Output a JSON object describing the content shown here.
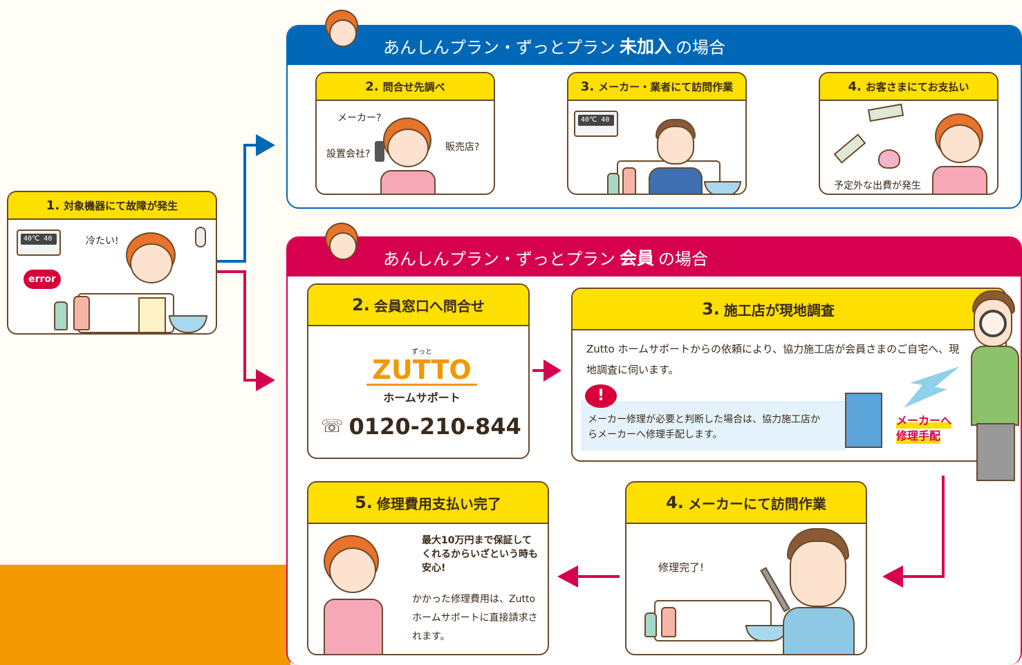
{
  "step1": {
    "num": "1.",
    "title": "対象機器にて故障が発生",
    "bubble": "冷たい!",
    "badge": "error",
    "screen": "40℃ 40"
  },
  "top_panel": {
    "title_pre": "あんしんプラン・ずっとプラン",
    "title_bold": "未加入",
    "title_post": "の場合",
    "color": "#0068b7",
    "cards": [
      {
        "num": "2.",
        "title": "問合せ先調べ",
        "bubbles": [
          "メーカー?",
          "設置会社?",
          "販売店?"
        ]
      },
      {
        "num": "3.",
        "title": "メーカー・業者にて訪問作業"
      },
      {
        "num": "4.",
        "title": "お客さまにてお支払い",
        "caption": "予定外な出費が発生"
      }
    ]
  },
  "bottom_panel": {
    "title_pre": "あんしんプラン・ずっとプラン",
    "title_bold": "会員",
    "title_post": "の場合",
    "color": "#d7004f",
    "card2": {
      "num": "2.",
      "title": "会員窓口へ問合せ",
      "logo_ruby": "ずっと",
      "logo": "ZUTTO",
      "logo_sub": "ホームサポート",
      "phone": "0120-210-844"
    },
    "card3": {
      "num": "3.",
      "title": "施工店が現地調査",
      "desc": "Zutto ホームサポートからの依頼により、協力施工店が会員さまのご自宅へ、現地調査に伺います。",
      "note": "メーカー修理が必要と判断した場合は、協力施工店からメーカーへ修理手配します。",
      "highlight_1": "メーカーへ",
      "highlight_2": "修理手配"
    },
    "card4": {
      "num": "4.",
      "title": "メーカーにて訪問作業",
      "bubble": "修理完了!"
    },
    "card5": {
      "num": "5.",
      "title": "修理費用支払い完了",
      "bubble": "最大10万円まで保証してくれるからいざという時も安心!",
      "text": "かかった修理費用は、Zuttoホームサポートに直接請求されます。"
    }
  },
  "colors": {
    "yellow": "#fde000",
    "brown": "#6b4a2b",
    "blue": "#0068b7",
    "magenta": "#d7004f",
    "orange": "#f39800"
  }
}
